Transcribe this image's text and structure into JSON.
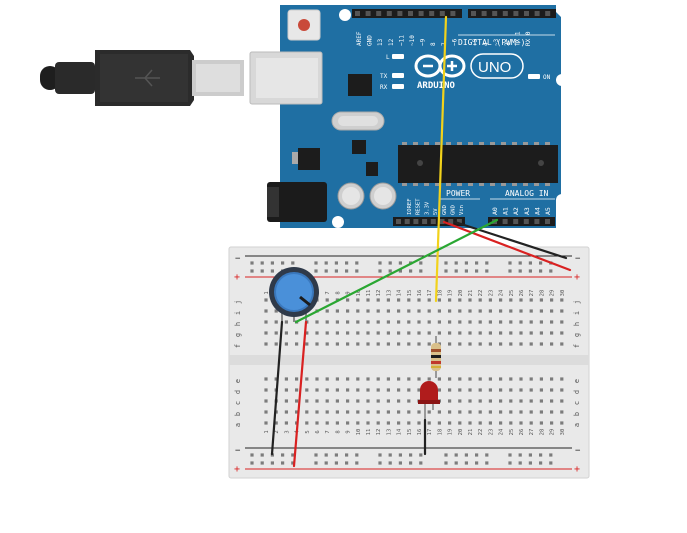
{
  "arduino": {
    "brand_text": "ARDUINO",
    "model_text": "UNO",
    "digital_header_label": "DIGITAL (PWM~)",
    "power_header_label": "POWER",
    "analog_header_label": "ANALOG IN",
    "led_l_label": "L",
    "led_tx_label": "TX",
    "led_rx_label": "RX",
    "led_on_label": "ON",
    "digital_pins": [
      "AREF",
      "GND",
      "13",
      "12",
      "~11",
      "~10",
      "~9",
      "8",
      "7",
      "~6",
      "~5",
      "4",
      "~3",
      "2",
      "TX 1",
      "RX 0"
    ],
    "power_pins": [
      "IOREF",
      "RESET",
      "3.3V",
      "5V",
      "GND",
      "GND",
      "Vin"
    ],
    "analog_pins": [
      "A0",
      "A1",
      "A2",
      "A3",
      "A4",
      "A5"
    ]
  },
  "breadboard": {
    "row_labels_top": [
      "j",
      "i",
      "h",
      "g",
      "f"
    ],
    "row_labels_bottom": [
      "e",
      "d",
      "c",
      "b",
      "a"
    ],
    "column_numbers": [
      "1",
      "2",
      "3",
      "4",
      "5",
      "6",
      "7",
      "8",
      "9",
      "10",
      "11",
      "12",
      "13",
      "14",
      "15",
      "16",
      "17",
      "18",
      "19",
      "20",
      "21",
      "22",
      "23",
      "24",
      "25",
      "26",
      "27",
      "28",
      "29",
      "30"
    ],
    "plus_sign": "+",
    "minus_sign": "−"
  },
  "colors": {
    "board_blue": "#1f6fa3",
    "breadboard_body": "#e9e9e9",
    "wire_yellow": "#f2d21b",
    "wire_red": "#d92121",
    "wire_black": "#222222",
    "wire_green": "#2aa732",
    "pot_blue": "#4a90d9",
    "led_red": "#b01c1c"
  },
  "icons": {
    "usb_cable": "usb-b-plug-icon",
    "dc_jack": "dc-barrel-jack-icon",
    "reset": "reset-button-icon",
    "infinity_logo": "arduino-infinity-logo-icon"
  }
}
